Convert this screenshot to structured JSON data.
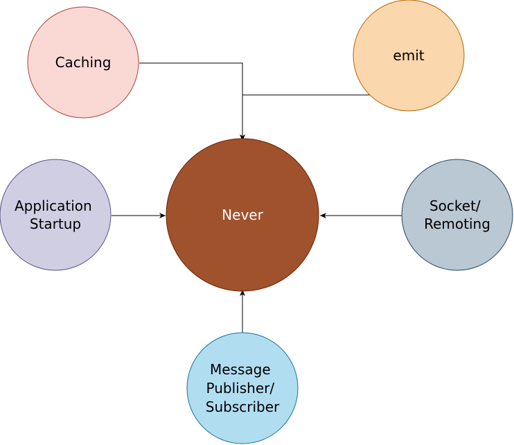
{
  "diagram": {
    "center": {
      "label": "Never",
      "fill": "#A0522D",
      "stroke": "#6D1F00",
      "text_color": "#FFFFFF"
    },
    "nodes": [
      {
        "id": "caching",
        "lines": [
          "Caching"
        ],
        "fill": "#FAD9D5",
        "stroke": "#AE4132"
      },
      {
        "id": "emit",
        "lines": [
          "emit"
        ],
        "fill": "#FAD7AC",
        "stroke": "#B46504"
      },
      {
        "id": "application-startup",
        "lines": [
          "Application",
          "Startup"
        ],
        "fill": "#D0CEE2",
        "stroke": "#56517E"
      },
      {
        "id": "socket-remoting",
        "lines": [
          "Socket/",
          "Remoting"
        ],
        "fill": "#BAC8D3",
        "stroke": "#23445D"
      },
      {
        "id": "message-publisher-subscriber",
        "lines": [
          "Message",
          "Publisher/",
          "Subscriber"
        ],
        "fill": "#B1DDF0",
        "stroke": "#10739E"
      }
    ],
    "edge_color": "#000000"
  }
}
